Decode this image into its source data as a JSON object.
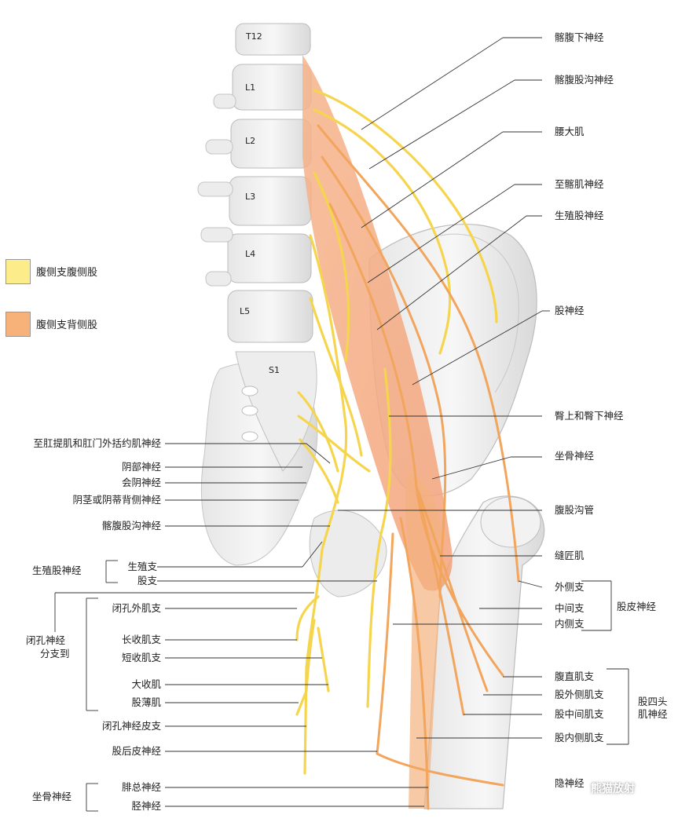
{
  "legend": {
    "items": [
      {
        "label": "腹侧支腹侧股",
        "color": "#fcec8a"
      },
      {
        "label": "腹侧支背侧股",
        "color": "#f7b27a"
      }
    ]
  },
  "vertebrae": [
    "T12",
    "L1",
    "L2",
    "L3",
    "L4",
    "L5",
    "S1"
  ],
  "right_labels": {
    "iliohypogastric": "髂腹下神经",
    "ilioinguinal": "髂腹股沟神经",
    "psoas": "腰大肌",
    "iliacus_nerve": "至髂肌神经",
    "genitofemoral": "生殖股神经",
    "femoral": "股神经",
    "gluteal": "臀上和臀下神经",
    "sciatic": "坐骨神经",
    "inguinal_canal": "腹股沟管",
    "sartorius": "缝匠肌",
    "lateral_branch": "外侧支",
    "middle_branch": "中间支",
    "medial_branch": "内侧支",
    "cutaneous_group": "股皮神经",
    "rectus_branch": "腹直肌支",
    "vastus_lat_branch": "股外侧肌支",
    "vastus_int_branch": "股中间肌支",
    "vastus_med_branch": "股内侧肌支",
    "quadriceps_group_1": "股四头",
    "quadriceps_group_2": "肌神经",
    "saphenous": "隐神经"
  },
  "left_labels": {
    "levator_ani": "至肛提肌和肛门外括约肌神经",
    "pudendal": "阴部神经",
    "perineal": "会阴神经",
    "dorsal_penis": "阴茎或阴蒂背侧神经",
    "ilioinguinal_lower": "髂腹股沟神经",
    "genitofemoral_group": "生殖股神经",
    "genital_branch": "生殖支",
    "femoral_branch": "股支",
    "obturator_group_1": "闭孔神经",
    "obturator_group_2": "分支到",
    "obturator_externus": "闭孔外肌支",
    "adductor_longus": "长收肌支",
    "adductor_brevis": "短收肌支",
    "adductor_magnus": "大收肌",
    "gracilis": "股薄肌",
    "obturator_cutaneous": "闭孔神经皮支",
    "posterior_femoral_cutaneous": "股后皮神经",
    "sciatic_group": "坐骨神经",
    "common_peroneal": "腓总神经",
    "tibial": "胫神经"
  },
  "watermark": "熊猫放射"
}
